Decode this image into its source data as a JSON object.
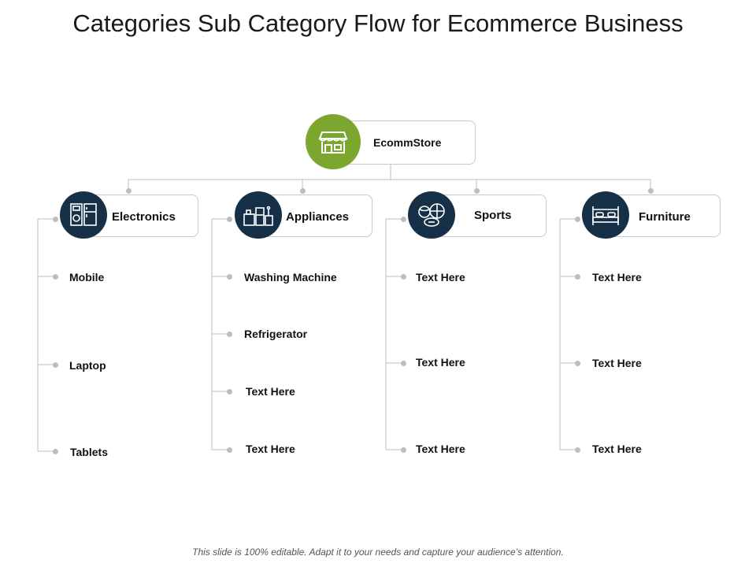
{
  "title": "Categories Sub Category Flow for Ecommerce Business",
  "root": {
    "label": "EcommStore",
    "icon": "storefront-icon",
    "color": "#7ba72f"
  },
  "categories": [
    {
      "label": "Electronics",
      "icon": "electronics-icon",
      "items": [
        "Mobile",
        "Laptop",
        "Tablets"
      ]
    },
    {
      "label": "Appliances",
      "icon": "appliances-icon",
      "items": [
        "Washing Machine",
        "Refrigerator",
        "Text Here",
        "Text Here"
      ]
    },
    {
      "label": "Sports",
      "icon": "sports-balls-icon",
      "items": [
        "Text Here",
        "Text Here",
        "Text Here"
      ]
    },
    {
      "label": "Furniture",
      "icon": "bed-icon",
      "items": [
        "Text Here",
        "Text Here",
        "Text Here"
      ]
    }
  ],
  "colors": {
    "category_circle": "#163047",
    "root_circle": "#7ba72f",
    "connector": "#c9c9c9"
  },
  "footer": "This slide is 100% editable. Adapt it to your needs and capture your audience’s attention."
}
